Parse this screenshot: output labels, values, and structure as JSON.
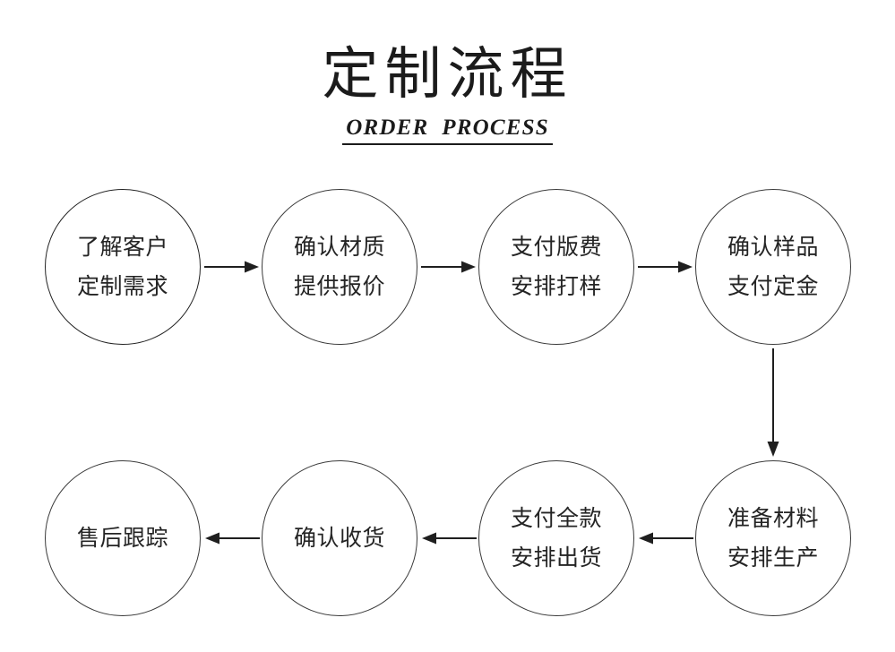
{
  "heading": {
    "title_cn": "定制流程",
    "subtitle_en": "ORDER  PROCESS"
  },
  "colors": {
    "background": "#ffffff",
    "stroke": "#3a3a3a",
    "text": "#242424",
    "title": "#1b1b1b"
  },
  "flow": {
    "nodes": [
      {
        "id": "step-1",
        "line1": "了解客户",
        "line2": "定制需求"
      },
      {
        "id": "step-2",
        "line1": "确认材质",
        "line2": "提供报价"
      },
      {
        "id": "step-3",
        "line1": "支付版费",
        "line2": "安排打样"
      },
      {
        "id": "step-4",
        "line1": "确认样品",
        "line2": "支付定金"
      },
      {
        "id": "step-5",
        "line1": "准备材料",
        "line2": "安排生产"
      },
      {
        "id": "step-6",
        "line1": "支付全款",
        "line2": "安排出货"
      },
      {
        "id": "step-7",
        "line1": "确认收货",
        "line2": ""
      },
      {
        "id": "step-8",
        "line1": "售后跟踪",
        "line2": ""
      }
    ],
    "connectors": [
      {
        "id": "arrow-step1-step2",
        "direction": "right"
      },
      {
        "id": "arrow-step2-step3",
        "direction": "right"
      },
      {
        "id": "arrow-step3-step4",
        "direction": "right"
      },
      {
        "id": "arrow-step4-step5",
        "direction": "down"
      },
      {
        "id": "arrow-step5-step6",
        "direction": "left"
      },
      {
        "id": "arrow-step6-step7",
        "direction": "left"
      },
      {
        "id": "arrow-step7-step8",
        "direction": "left"
      }
    ]
  }
}
